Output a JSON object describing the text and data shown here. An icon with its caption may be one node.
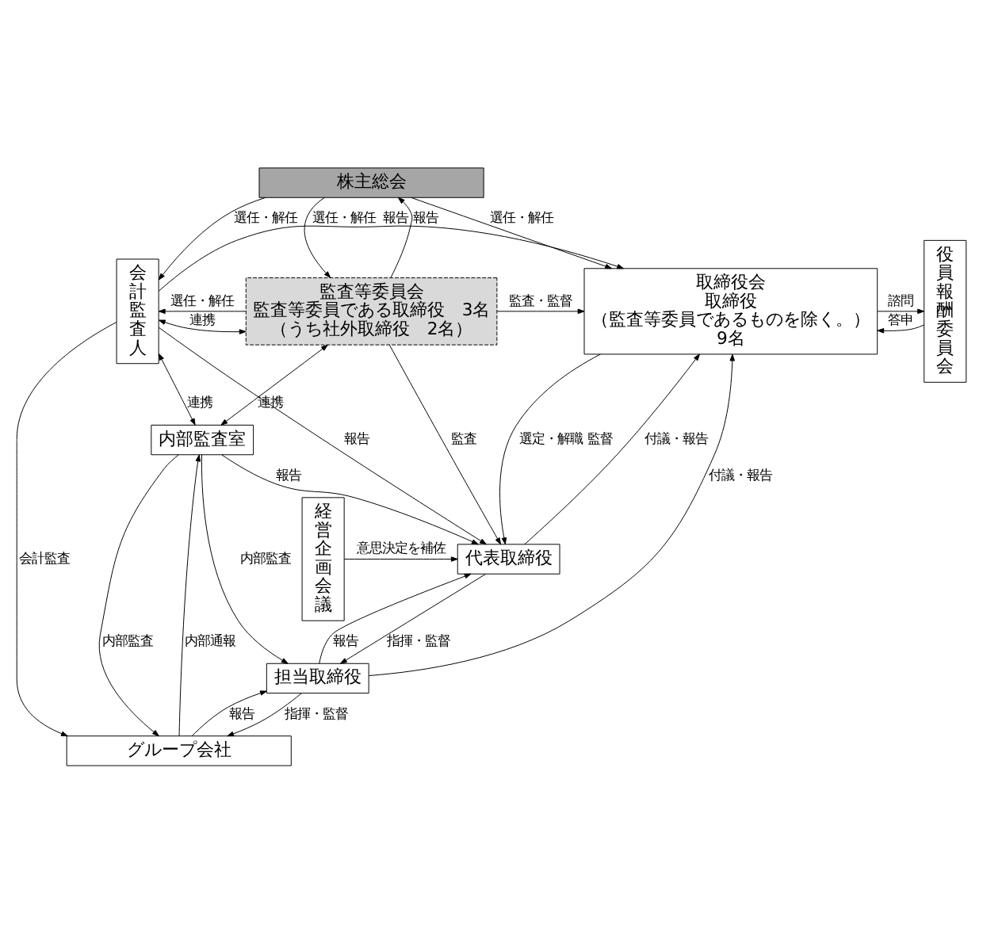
{
  "diagram": {
    "nodes": [
      {
        "text": [
          "株主総会"
        ]
      },
      {
        "text": [
          "会計監査人"
        ]
      },
      {
        "text": [
          "取締役会",
          "取締役（監査等委員であるものを除く。）9名"
        ]
      },
      {
        "text": [
          "監査等委員会",
          "監査等委員である取締役　3名（うち社外取締役　2名）"
        ]
      },
      {
        "text": [
          "役員報酬委員会"
        ]
      },
      {
        "text": [
          "経営企画会議"
        ]
      },
      {
        "text": [
          "代表取締役"
        ]
      },
      {
        "text": [
          "担当取締役"
        ]
      },
      {
        "text": [
          "内部監査室"
        ]
      },
      {
        "text": [
          "グループ会社"
        ]
      }
    ],
    "edges": [
      {
        "from": 0,
        "to": 1,
        "arrow": "to",
        "label": "選任・解任"
      },
      {
        "from": 0,
        "to": 3,
        "arrow": "to",
        "label": "選任・解任"
      },
      {
        "from": 3,
        "to": 0,
        "arrow": "to",
        "label": "報告"
      },
      {
        "from": 0,
        "to": 2,
        "arrow": "to",
        "label": "選任・解任"
      },
      {
        "from": 1,
        "to": 2,
        "arrow": "to",
        "label": "報告"
      },
      {
        "from": 3,
        "to": 1,
        "arrow": "to",
        "label": "選任・解任"
      },
      {
        "from": 3,
        "to": 2,
        "arrow": "to",
        "label": "監査・監督"
      },
      {
        "from": 1,
        "to": 3,
        "arrow": "both",
        "label": "連携"
      },
      {
        "from": 2,
        "to": 4,
        "arrow": "to",
        "label": "諮問"
      },
      {
        "from": 4,
        "to": 2,
        "arrow": "to",
        "label": "答申"
      },
      {
        "from": 3,
        "to": 6,
        "arrow": "to",
        "label": "監査"
      },
      {
        "from": 2,
        "to": 6,
        "arrow": "to",
        "label": "選定・解職 監督"
      },
      {
        "from": 6,
        "to": 2,
        "arrow": "to",
        "label": "付議・報告"
      },
      {
        "from": 7,
        "to": 2,
        "arrow": "to",
        "label": "付議・報告"
      },
      {
        "from": 1,
        "to": 6,
        "arrow": "to",
        "label": "報告"
      },
      {
        "from": 8,
        "to": 6,
        "arrow": "to",
        "label": "報告"
      },
      {
        "from": 5,
        "to": 6,
        "arrow": "to",
        "label": "意思決定を補佐"
      },
      {
        "from": 3,
        "to": 8,
        "arrow": "both",
        "label": "連携"
      },
      {
        "from": 1,
        "to": 8,
        "arrow": "both",
        "label": "連携"
      },
      {
        "from": 6,
        "to": 7,
        "arrow": "to",
        "label": "指揮・監督"
      },
      {
        "from": 7,
        "to": 6,
        "arrow": "to",
        "label": "報告"
      },
      {
        "from": 8,
        "to": 7,
        "arrow": "to",
        "label": "内部監査"
      },
      {
        "from": 1,
        "to": 9,
        "arrow": "to",
        "label": "会計監査"
      },
      {
        "from": 8,
        "to": 9,
        "arrow": "to",
        "label": "内部監査"
      },
      {
        "from": 9,
        "to": 8,
        "arrow": "to",
        "label": "内部通報"
      },
      {
        "from": 7,
        "to": 9,
        "arrow": "to",
        "label": "指揮・監督"
      },
      {
        "from": 9,
        "to": 7,
        "arrow": "to",
        "label": "報告"
      }
    ]
  }
}
